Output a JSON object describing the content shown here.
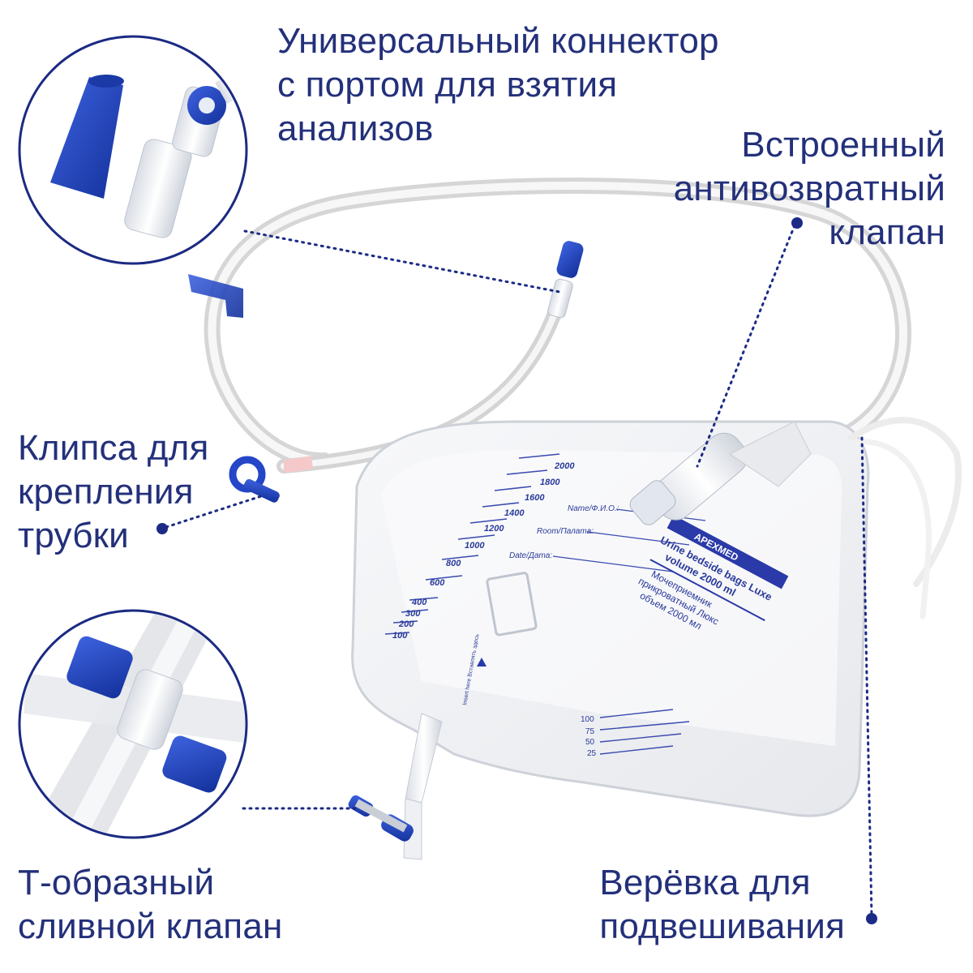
{
  "colors": {
    "label_text": "#23307a",
    "accent_blue": "#1f3fbf",
    "dot_line": "#1c2b86",
    "tube": "#dcdcdc",
    "bag": "#f1f2f4"
  },
  "labels": {
    "connector": [
      "Универсальный коннектор",
      "с портом для взятия",
      "анализов"
    ],
    "valve": [
      "Встроенный",
      "антивозвратный",
      "клапан"
    ],
    "clip": [
      "Клипса для",
      "крепления",
      "трубки"
    ],
    "tdrain": [
      "Т-образный",
      "сливной клапан"
    ],
    "rope": [
      "Верёвка для",
      "подвешивания"
    ]
  },
  "bag": {
    "brand": "APEXMED",
    "product_en": "Urine bedside bags Luxe",
    "volume_en": "volume 2000 ml",
    "product_ru_1": "Мочеприемник",
    "product_ru_2": "прикроватный Люкс",
    "volume_ru": "объем 2000 мл",
    "field_name": "Name/Ф.И.О.:",
    "field_room": "Room/Палата:",
    "field_date": "Date/Дата:",
    "scale_main": [
      "2000",
      "1800",
      "1600",
      "1400",
      "1200",
      "1000",
      "800",
      "600",
      "400",
      "300",
      "200",
      "100"
    ],
    "scale_small": [
      "100",
      "75",
      "50",
      "25"
    ],
    "hint": "Insert here Вставлять здесь"
  },
  "icons": [
    "connector-icon",
    "t-valve-icon",
    "clip-icon",
    "drain-valve-icon",
    "rope-icon",
    "bullet-dot-icon"
  ]
}
